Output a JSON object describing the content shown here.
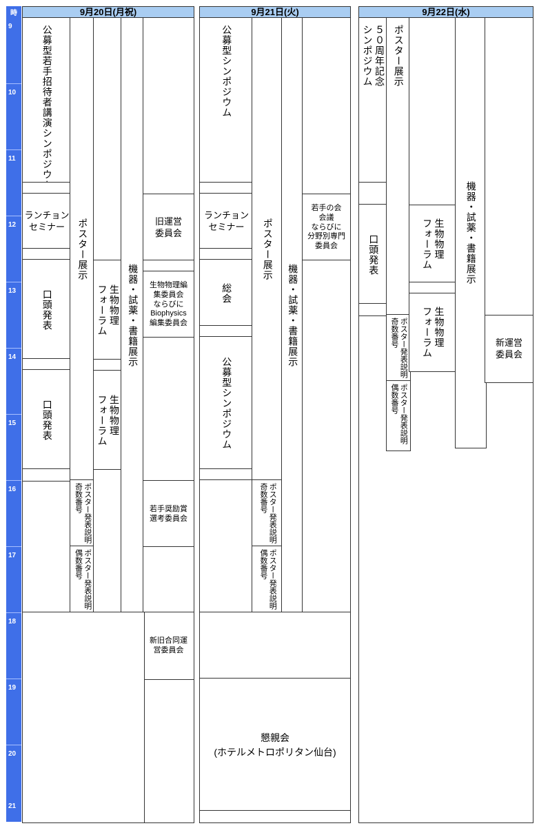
{
  "time_header": "時",
  "hours": [
    "9",
    "10",
    "11",
    "12",
    "13",
    "14",
    "15",
    "16",
    "17",
    "18",
    "19",
    "20",
    "21"
  ],
  "days": [
    {
      "label": "9月20日(月祝)"
    },
    {
      "label": "9月21日(火)"
    },
    {
      "label": "9月22日(水)"
    }
  ],
  "day1": {
    "koubo": "公募型若手招待者講演シンポジウム",
    "luncheon": [
      "ランチョン",
      "セミナー"
    ],
    "oral1": "口頭発表",
    "oral2": "口頭発表",
    "poster": "ポスター展示",
    "poster_odd": [
      "奇数番号",
      "ポスター発表説明"
    ],
    "poster_even": [
      "偶数番号",
      "ポスター発表説明"
    ],
    "forum1": [
      "フォーラム",
      "生物物理"
    ],
    "forum2": [
      "フォーラム",
      "生物物理"
    ],
    "expo": "機器・試薬・書籍展示",
    "old_committee": [
      "旧運営",
      "委員会"
    ],
    "editorial": [
      "生物物理編",
      "集委員会",
      "ならびに",
      "Biophysics",
      "編集委員会"
    ],
    "young_award": [
      "若手奨励賞",
      "選考委員会"
    ],
    "joint_committee": [
      "新旧合同運",
      "営委員会"
    ]
  },
  "day2": {
    "koubo1": "公募型シンポジウム",
    "luncheon": [
      "ランチョン",
      "セミナー"
    ],
    "general": "総会",
    "koubo2": "公募型シンポジウム",
    "poster": "ポスター展示",
    "poster_odd": [
      "奇数番号",
      "ポスター発表説明"
    ],
    "poster_even": [
      "偶数番号",
      "ポスター発表説明"
    ],
    "expo": "機器・試薬・書籍展示",
    "young_meeting": [
      "若手の会",
      "会議",
      "ならびに",
      "分野別専門",
      "委員会"
    ],
    "banquet": [
      "懇親会",
      "(ホテルメトロポリタン仙台)"
    ]
  },
  "day3": {
    "anniversary": [
      "５０周年記念",
      "シンポジウム"
    ],
    "oral": "口頭発表",
    "poster": "ポスター展示",
    "poster_odd": [
      "奇数番号",
      "ポスター発表説明"
    ],
    "poster_even": [
      "偶数番号",
      "ポスター発表説明"
    ],
    "forum1": [
      "フォーラム",
      "生物物理"
    ],
    "forum2": [
      "フォーラム",
      "生物物理"
    ],
    "expo": "機器・試薬・書籍展示",
    "new_committee": [
      "新運営",
      "委員会"
    ]
  },
  "colors": {
    "time_column": "#3f6fe8",
    "header": "#a9cdf2",
    "border": "#333333"
  }
}
